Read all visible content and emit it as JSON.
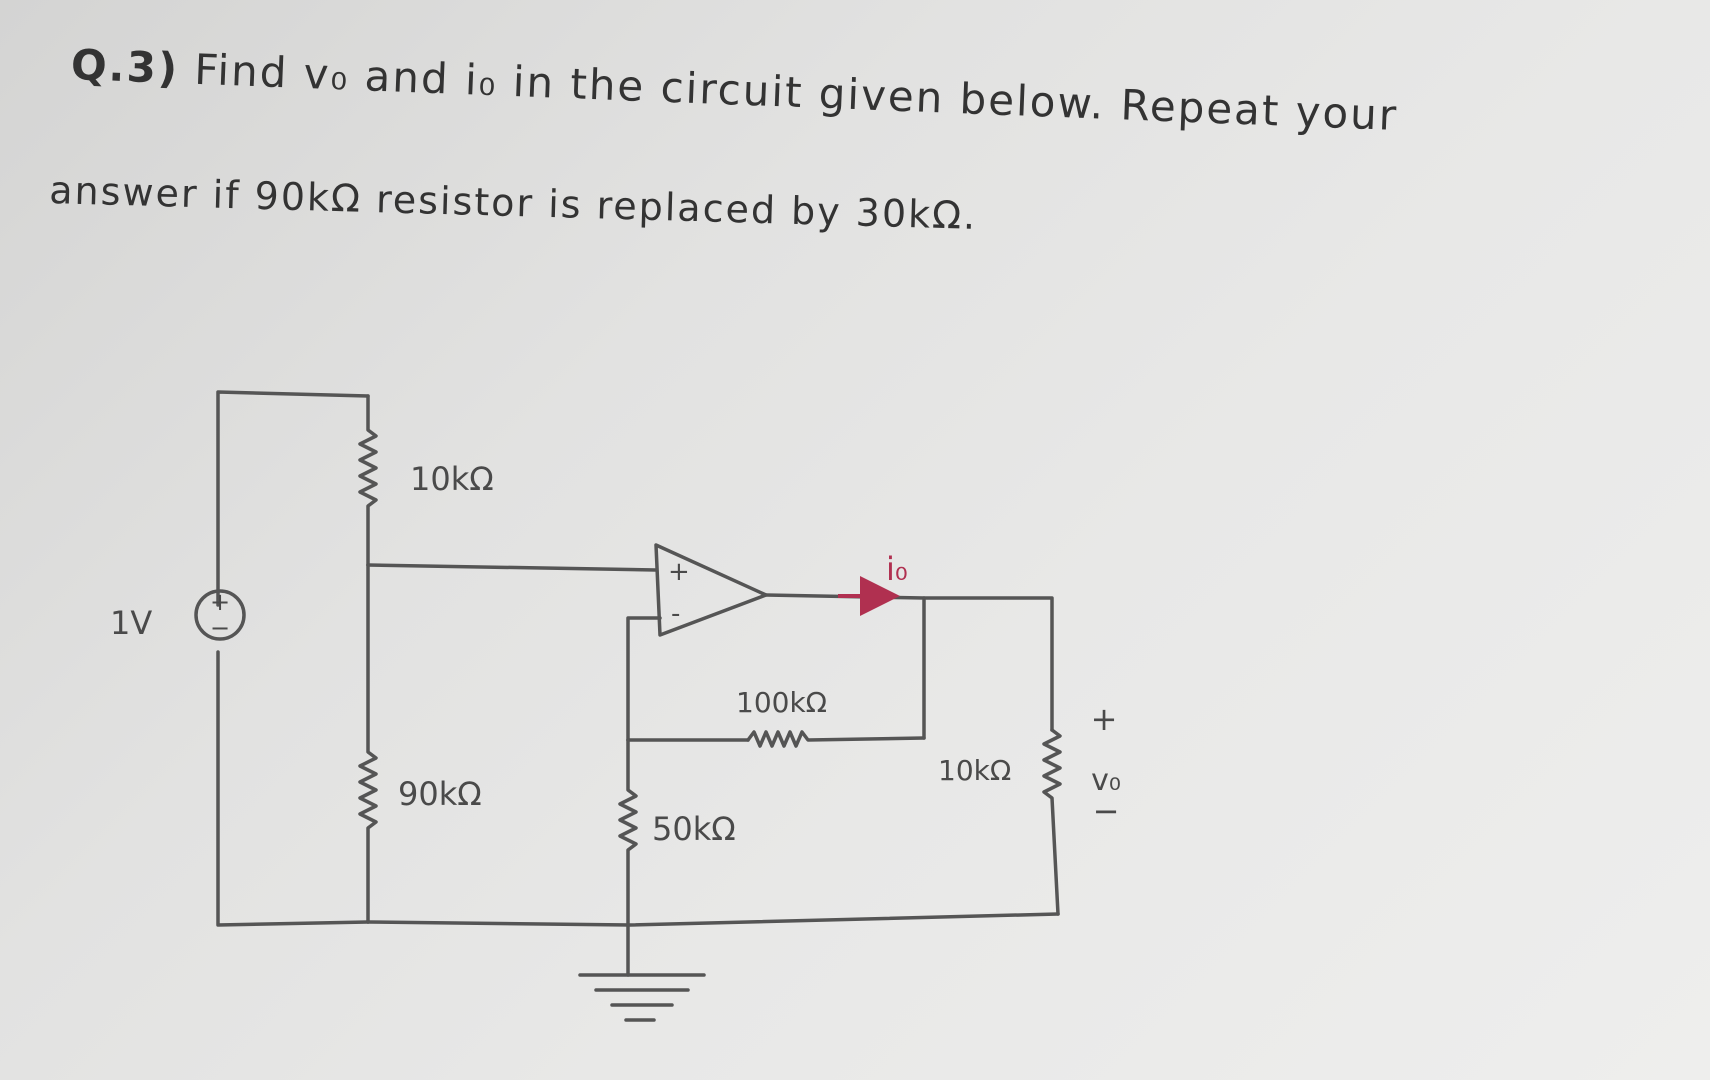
{
  "question": {
    "line1_number": "Q.3)",
    "line1_text": "Find v₀ and i₀ in the circuit given below. Repeat your",
    "line2_text": "answer if 90kΩ resistor is replaced by 30kΩ."
  },
  "circuit": {
    "source_label": "1V",
    "source_plus": "+",
    "source_minus": "−",
    "r_top_label": "10kΩ",
    "r_bottom_left_label": "90kΩ",
    "r_feedback_label": "100kΩ",
    "r_ground_label": "50kΩ",
    "r_load_label": "10kΩ",
    "opamp_plus": "+",
    "opamp_minus": "-",
    "current_label": "i₀",
    "vo_plus": "+",
    "vo_label": "v₀",
    "vo_minus": "−"
  },
  "colors": {
    "ink": "#555555",
    "current_arrow": "#b03050"
  }
}
